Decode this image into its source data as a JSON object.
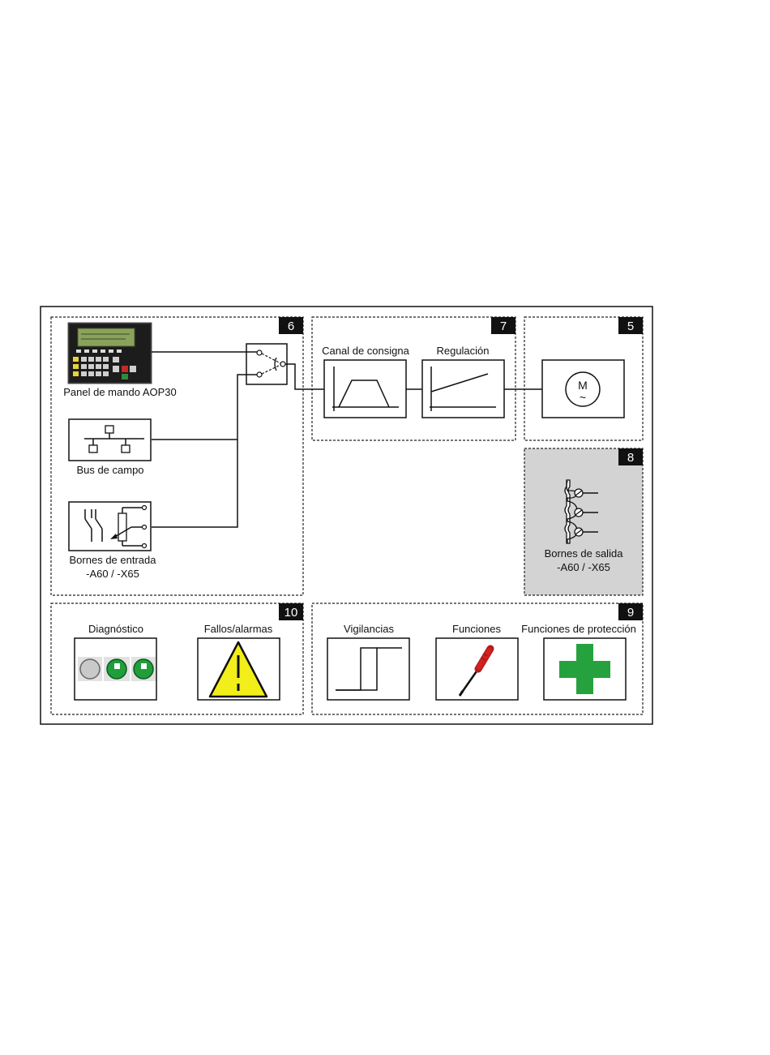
{
  "sections": {
    "s6": {
      "number": "6",
      "panel_label": "Panel de mando AOP30",
      "bus_label": "Bus de campo",
      "inputs_label_1": "Bornes de entrada",
      "inputs_label_2": "-A60 / -X65"
    },
    "s7": {
      "number": "7",
      "setpoint_label": "Canal de consigna",
      "control_label": "Regulación"
    },
    "s5": {
      "number": "5",
      "motor_letter": "M",
      "motor_symbol": "~"
    },
    "s8": {
      "number": "8",
      "outputs_label_1": "Bornes de salida",
      "outputs_label_2": "-A60 / -X65"
    },
    "s10": {
      "number": "10",
      "diag_label": "Diagnóstico",
      "faults_label": "Fallos/alarmas"
    },
    "s9": {
      "number": "9",
      "monitor_label": "Vigilancias",
      "functions_label": "Funciones",
      "protection_label": "Funciones de protección"
    }
  },
  "colors": {
    "badge": "#111111",
    "section8_bg": "#d3d3d3",
    "led_green": "#1f9e3a",
    "warning_yellow": "#f2ee1a",
    "cross_green": "#25a23e",
    "screwdriver_red": "#d32020"
  },
  "icons": [
    "switch-icon",
    "ramp-icon",
    "regulation-icon",
    "motor-icon",
    "terminal-icon",
    "led-icon",
    "warning-icon",
    "hysteresis-icon",
    "screwdriver-icon",
    "cross-icon"
  ]
}
